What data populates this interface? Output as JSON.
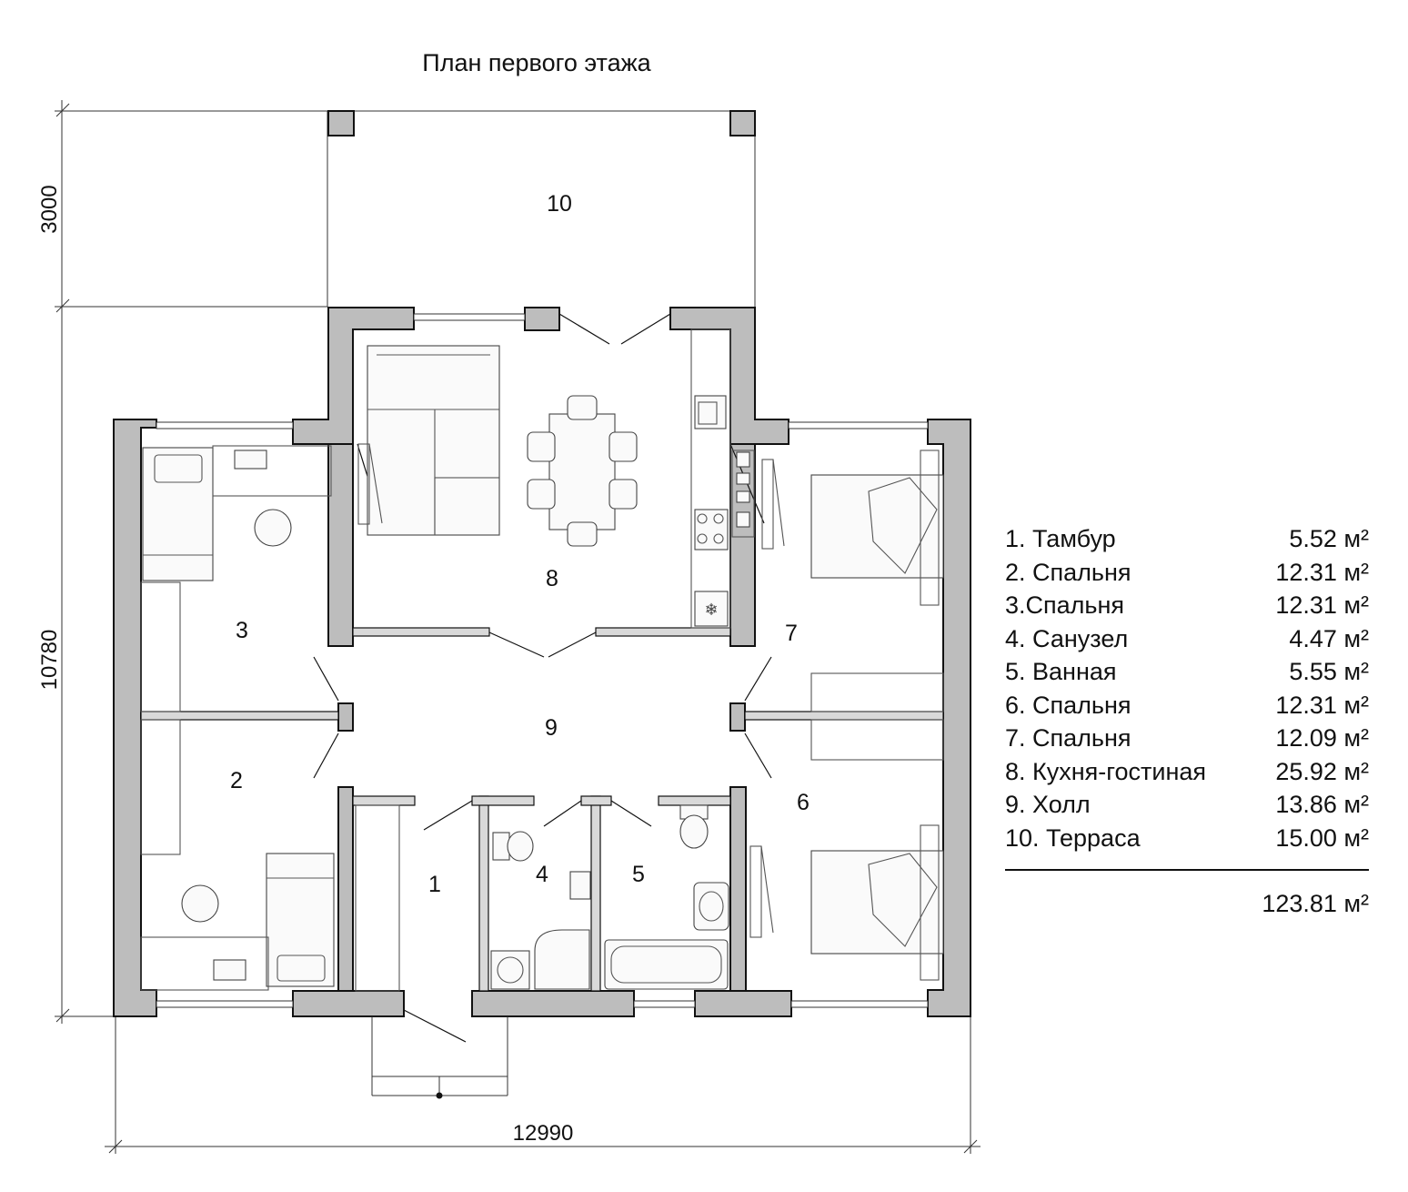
{
  "title": "План первого этажа",
  "dimensions": {
    "top_height": "3000",
    "main_height": "10780",
    "total_width": "12990"
  },
  "room_numbers": [
    "1",
    "2",
    "3",
    "4",
    "5",
    "6",
    "7",
    "8",
    "9",
    "10"
  ],
  "legend": {
    "items": [
      {
        "name": "1. Тамбур",
        "area": "5.52 м²"
      },
      {
        "name": "2. Спальня",
        "area": "12.31 м²"
      },
      {
        "name": "3.Спальня",
        "area": "12.31 м²"
      },
      {
        "name": "4. Санузел",
        "area": "4.47 м²"
      },
      {
        "name": "5. Ванная",
        "area": "5.55 м²"
      },
      {
        "name": "6. Спальня",
        "area": "12.31 м²"
      },
      {
        "name": "7. Спальня",
        "area": "12.09 м²"
      },
      {
        "name": "8. Кухня-гостиная",
        "area": "25.92 м²"
      },
      {
        "name": "9. Холл",
        "area": "13.86 м²"
      },
      {
        "name": "10. Терраса",
        "area": "15.00 м²"
      }
    ],
    "total": "123.81 м²"
  }
}
